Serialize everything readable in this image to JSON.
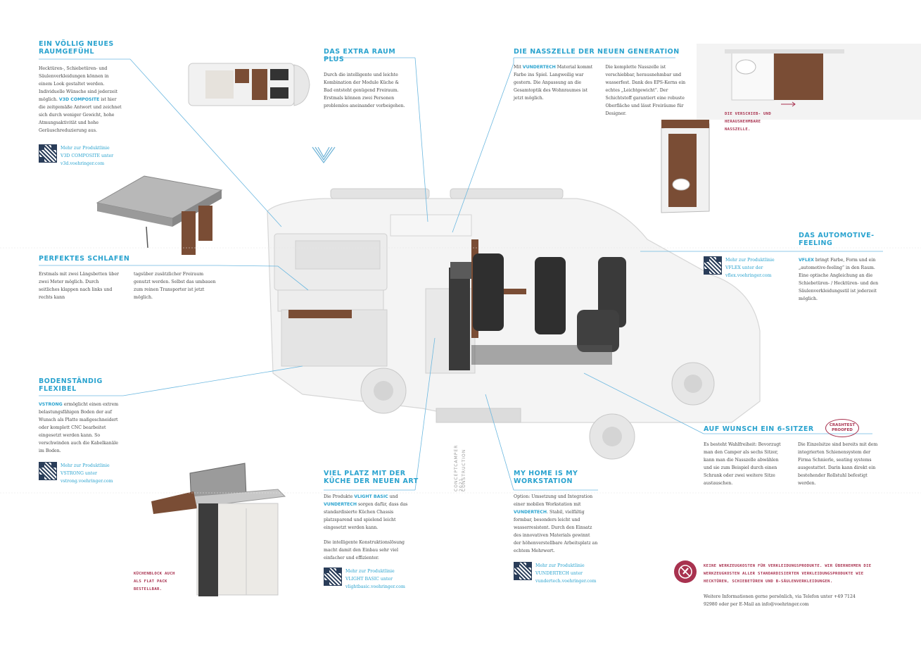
{
  "raum": {
    "heading": "EIN VÖLLIG NEUES RAUMGEFÜHL",
    "text1": "Hecktüren-, Schiebetüren- und Säulenverkleidungen können in einem Look gestaltet werden. Individuelle Wünsche sind jederzeit möglich.",
    "brand": "V3D COMPOSITE",
    "text2": " ist hier die zeitgemäße Antwort und zeichnet sich durch weniger Gewicht, hohe Atmungsaktivität und hohe Geräuschreduzierung aus.",
    "qr1": "Mehr zur Produktlinie",
    "qr2": "V3D COMPOSITE unter",
    "qr3": "v3d.voehringer.com"
  },
  "extra": {
    "heading": "DAS EXTRA RAUM PLUS",
    "text": "Durch die intelligente und leichte Kombination der Module Küche & Bad entsteht genügend Freiraum. Erstmals können zwei Personen problemlos aneinander vorbeigehen."
  },
  "nass": {
    "heading": "DIE NASSZELLE DER NEUEN GENERATION",
    "text1a": "Mit ",
    "brand": "VUNDERTECH",
    "text1b": " Material kommt Farbe ins Spiel. Langweilig war gestern. Die Anpassung an die Gesamtoptik des Wohnraumes ist jetzt möglich.",
    "text2": "Die komplette Nasszelle ist verschiebbar, herausnehmbar und wasserfest. Dank des EPS-Kerns ein echtes „Leichtgewicht“. Der Schichtstoff garantiert eine robuste Oberfläche und lässt Freiräume für Designer.",
    "caption": "DIE VERSCHIEB- UND HERAUSNEHMBARE NASSZELLE."
  },
  "auto": {
    "heading": "DAS AUTOMOTIVE-FEELING",
    "qr1": "Mehr zur Produktlinie",
    "qr2": "VFLEX unter der",
    "qr3": "vflex.voehringer.com",
    "brand": "VFLEX",
    "text": " bringt Farbe, Form und ein „automotive-feeling“ in den Raum. Eine optische Angleichung an die Schiebetüren- / Hecktüren- und den Säulenverkleidungsstil ist jederzeit möglich."
  },
  "schlafen": {
    "heading": "PERFEKTES SCHLAFEN",
    "text1": "Erstmals mit zwei Längsbetten über zwei Meter möglich. Durch seitliches klappen nach links und rechts kann",
    "text2": "tagsüber zusätzlicher Freiraum genutzt werden. Selbst das umbauen zum reinen Transporter ist jetzt möglich."
  },
  "boden": {
    "heading": "BODENSTÄNDIG FLEXIBEL",
    "brand": "VSTRONG",
    "text": " ermöglicht einen extrem belastungsfähigen Boden der auf Wunsch als Platte maßgeschneidert oder komplett CNC bearbeitet eingesetzt werden kann. So verschwinden auch die Kabelkanäle im Boden.",
    "qr1": "Mehr zur Produktlinie",
    "qr2": "VSTRONG unter",
    "qr3": "vstrong.voehringer.com"
  },
  "kueche": {
    "heading": "VIEL PLATZ MIT DER KÜCHE DER NEUEN ART",
    "t1": "Die Produkte ",
    "brand1": "VLIGHT BASIC",
    "t2": " und ",
    "brand2": "VUNDERTECH",
    "t3": " sorgen dafür, dass das standardisierte Küchen Chassis platzsparend und spielend leicht eingesetzt werden kann.",
    "text2": "Die intelligente Konstruktionslösung macht damit den Einbau sehr viel einfacher und effizienter.",
    "qr1": "Mehr zur Produktlinie",
    "qr2": "VLIGHT BASIC unter",
    "qr3": "vlightbasic.voehringer.com",
    "caption": "KÜCHENBLOCK AUCH ALS FLAT PACK BESTELLBAR."
  },
  "home": {
    "heading": "MY HOME IS MY WORKSTATION",
    "t1": "Option: Umsetzung und Integration einer mobilen Workstation mit ",
    "brand": "VUNDERTECH",
    "t2": ". Stabil, vielfältig formbar, besonders leicht und wasserresistent. Durch den Einsatz des innovativen Materials gewinnt der höhenverstellbare Arbeitsplatz an echtem Mehrwert.",
    "qr1": "Mehr zur Produktlinie",
    "qr2": "VUNDERTECH unter",
    "qr3": "vundertech.voehringer.com"
  },
  "sitzer": {
    "heading": "AUF WUNSCH EIN 6-SITZER",
    "badge1": "CRASHTEST",
    "badge2": "PROOFED",
    "text1": "Es besteht Wahlfreiheit: Bevorzugt man den Camper als sechs Sitzer, kann man die Nasszelle abwählen und sie zum Beispiel durch einen Schrank oder zwei weitere Sitze austauschen.",
    "text2": "Die Einzelsitze sind bereits mit dem integrierten Schienensystem der Firma Schnierle, seating systems ausgestattet. Darin kann direkt ein bestehender Rollstuhl befestigt werden."
  },
  "footer": {
    "note": "KEINE WERKZEUGKOSTEN FÜR VERKLEIDUNGSPRODUKTE. WIR ÜBERNEHMEN DIE WERKZEUGKOSTEN ALLER STANDARDISIERTEN VERKLEIDUNGSPRODUKTE WIE HECKTÜREN, SCHIEBETÜREN UND B-SÄULENVERKLEIDUNGEN.",
    "contact": "Weitere Informationen gerne persönlich, via Telefon unter +49 7124 92980 oder per E-Mail an info@voehringer.com"
  },
  "vertical": {
    "l1": "CONCEPTCAMPER 2021",
    "l2": "CONSTRUCTION"
  }
}
